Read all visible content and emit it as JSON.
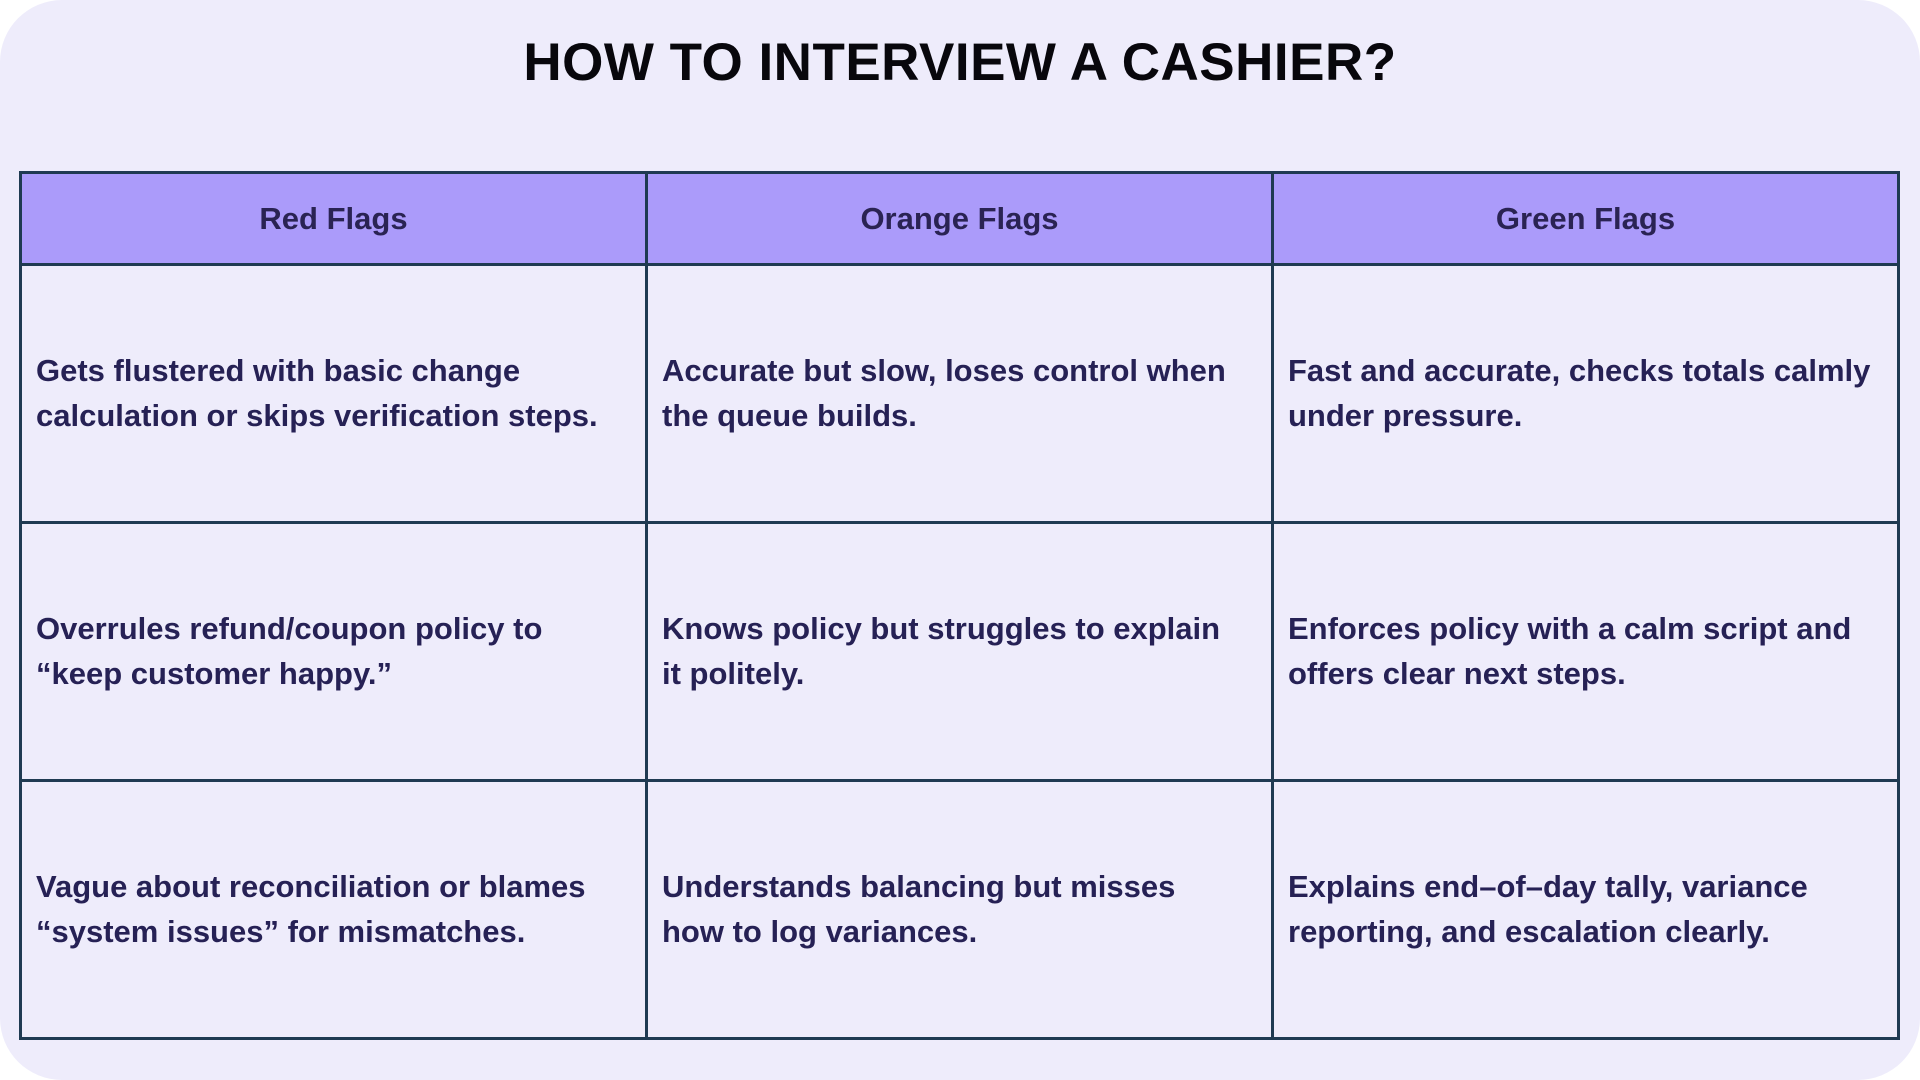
{
  "page": {
    "title": "HOW TO INTERVIEW A CASHIER?",
    "background_color": "#eeecfb",
    "title_color": "#08070c",
    "border_color": "#1f3a52",
    "header_fill": "#ab9bfa",
    "header_text_color": "#2a2353",
    "body_text_color": "#262155"
  },
  "table": {
    "columns": [
      {
        "label": "Red Flags"
      },
      {
        "label": "Orange Flags"
      },
      {
        "label": "Green Flags"
      }
    ],
    "rows": [
      {
        "red": "Gets flustered with basic change calculation or skips verification steps.",
        "orange": "Accurate but slow, loses control when the queue builds.",
        "green": "Fast and accurate, checks totals calmly under pressure."
      },
      {
        "red": "Overrules refund/coupon policy to “keep customer happy.”",
        "orange": "Knows policy but struggles to explain it politely.",
        "green": "Enforces policy with a calm script and offers clear next steps."
      },
      {
        "red": "Vague about reconciliation or blames “system issues” for mismatches.",
        "orange": "Understands balancing but misses how to log variances.",
        "green": "Explains end–of–day tally, variance reporting, and escalation clearly."
      }
    ]
  }
}
